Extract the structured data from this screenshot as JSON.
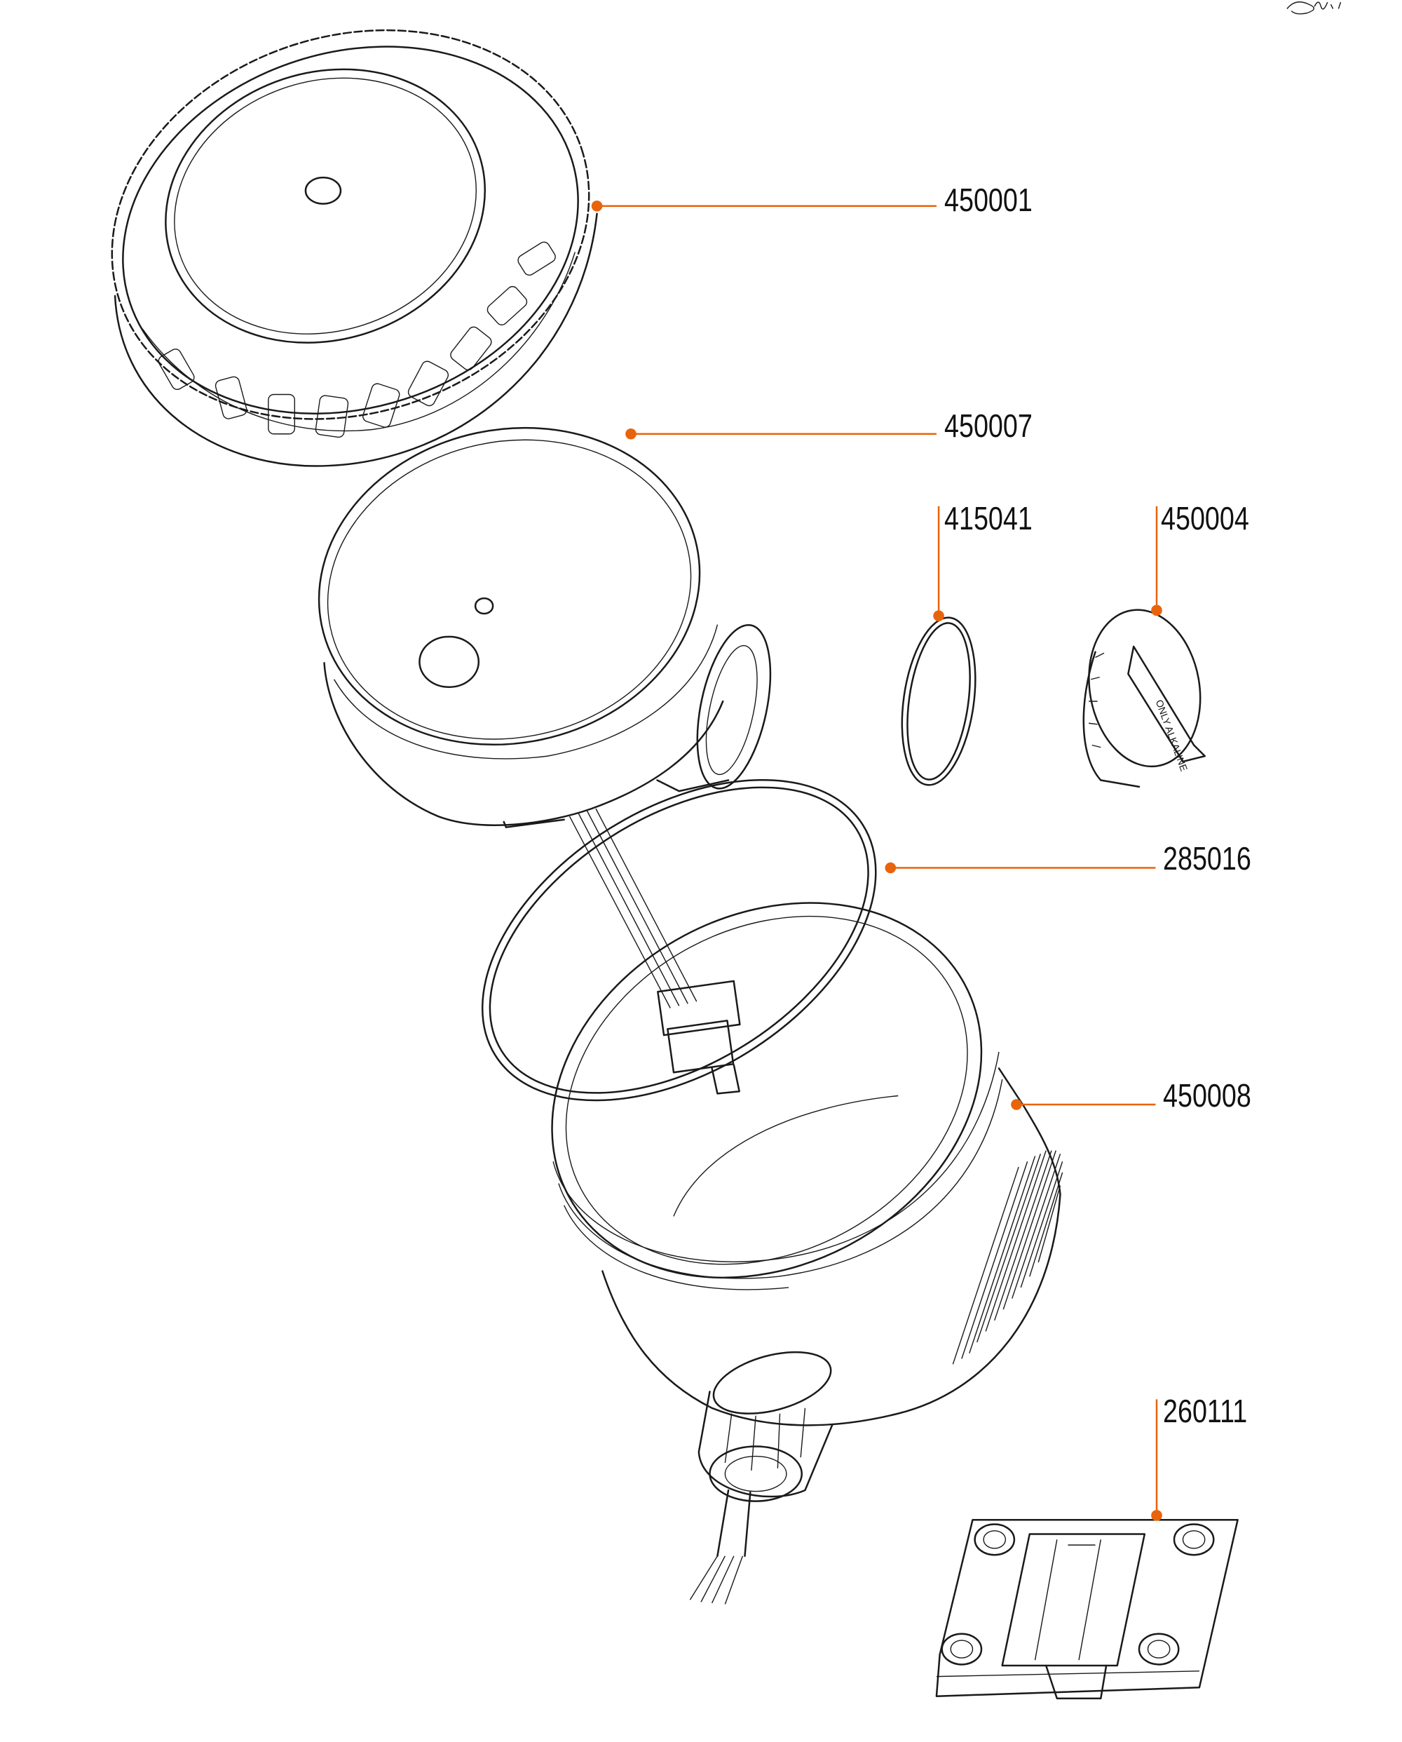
{
  "diagram": {
    "type": "exploded-parts-view",
    "accent_color": "#e8640c",
    "line_color": "#1a1a1a",
    "parts": [
      {
        "id": "cap",
        "part_number": "450001"
      },
      {
        "id": "sensor-head",
        "part_number": "450007"
      },
      {
        "id": "small-o-ring",
        "part_number": "415041"
      },
      {
        "id": "plug",
        "part_number": "450004"
      },
      {
        "id": "large-o-ring",
        "part_number": "285016"
      },
      {
        "id": "housing",
        "part_number": "450008"
      },
      {
        "id": "mounting-plate",
        "part_number": "260111"
      }
    ],
    "plug_marking": "ONLY ALKALINE"
  }
}
